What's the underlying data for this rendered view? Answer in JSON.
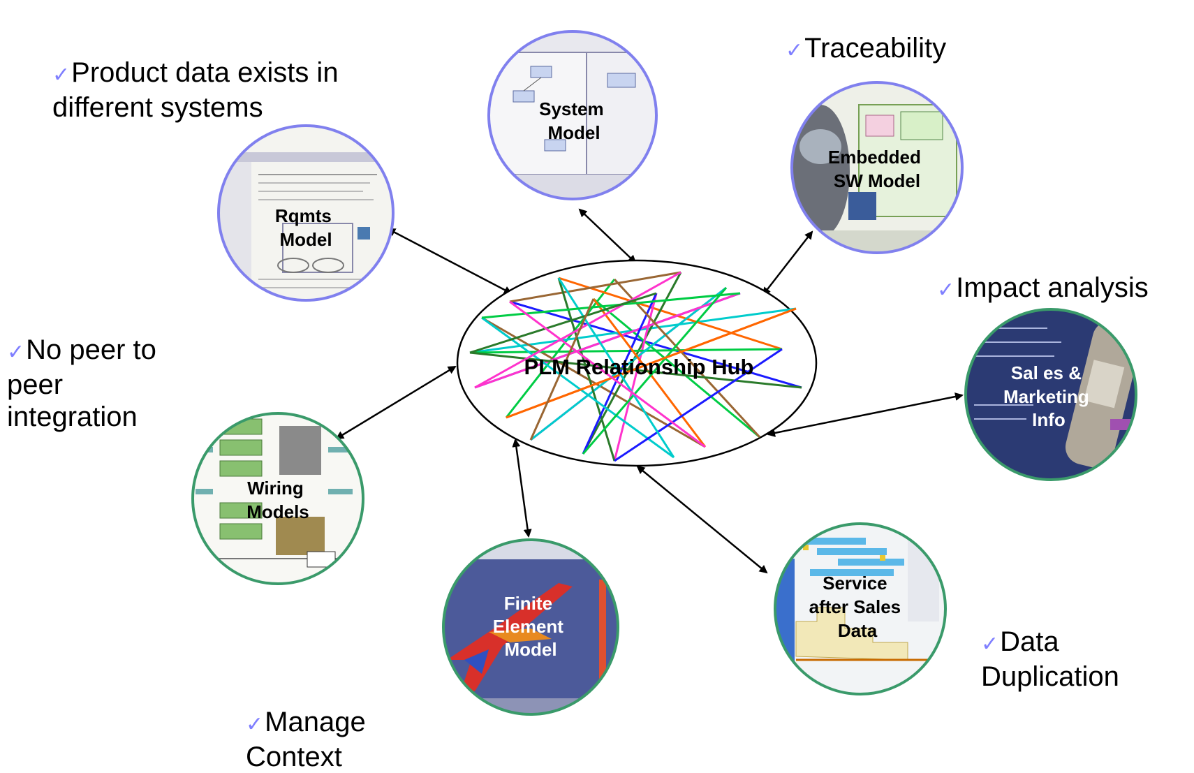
{
  "hub": {
    "label": "PLM Relationship Hub"
  },
  "nodes": [
    {
      "id": "rqmts",
      "lines": [
        "Rqmts",
        "Model"
      ]
    },
    {
      "id": "system",
      "lines": [
        "System",
        "Model"
      ]
    },
    {
      "id": "embedded",
      "lines": [
        "Embedded",
        "SW Model"
      ]
    },
    {
      "id": "sales",
      "lines": [
        "Sal es &",
        "Marketing",
        "Info"
      ]
    },
    {
      "id": "service",
      "lines": [
        "Service",
        "after Sales",
        "Data"
      ]
    },
    {
      "id": "fem",
      "lines": [
        "Finite",
        "Element",
        "Model"
      ]
    },
    {
      "id": "wiring",
      "lines": [
        "Wiring",
        "Models"
      ]
    }
  ],
  "callouts": [
    {
      "id": "product-data",
      "check": "✓",
      "text": "Product data exists in\n different systems"
    },
    {
      "id": "traceability",
      "check": "✓",
      "text": "Traceability"
    },
    {
      "id": "impact",
      "check": "✓",
      "text": "Impact analysis"
    },
    {
      "id": "no-peer",
      "check": "✓",
      "text": "No peer to\n peer\n integration"
    },
    {
      "id": "duplication",
      "check": "✓",
      "text": "Data\n Duplication"
    },
    {
      "id": "context",
      "check": "✓",
      "text": "Manage\n Context"
    }
  ],
  "colors": {
    "blue_border": "#8080ee",
    "green_border": "#3a9a6a",
    "hub_lines": [
      "#1a1aff",
      "#ff33cc",
      "#00cc44",
      "#996633",
      "#00cccc",
      "#ff6600",
      "#2a7a2a"
    ]
  }
}
